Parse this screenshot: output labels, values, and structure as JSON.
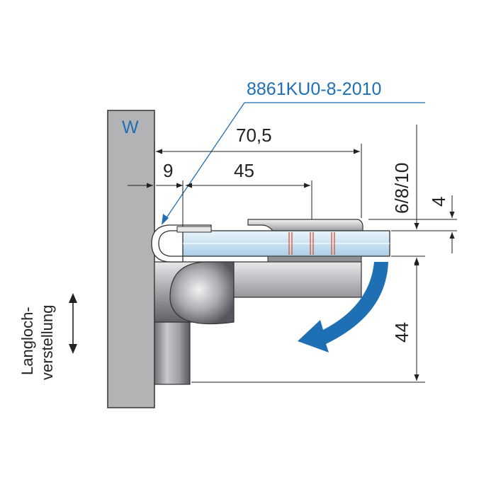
{
  "drawing": {
    "part_number": "8861KU0-8-2010",
    "wall_label": "W",
    "side_label": [
      "Langloch-",
      "verstellung"
    ],
    "dimensions": {
      "overall_length": "70,5",
      "offset": "9",
      "depth": "45",
      "glass_thickness": "6/8/10",
      "gasket": "4",
      "height": "44"
    },
    "colors": {
      "accent": "#1e6fb3",
      "wall": "#b3b3b6",
      "glass": "#cfe4f2",
      "line": "#222222",
      "red_mark": "#e05a3a"
    },
    "icons": {
      "rotation_arrow": "curved-rotation-arrow-icon",
      "adjust_arrow": "up-down-arrow-icon"
    }
  }
}
